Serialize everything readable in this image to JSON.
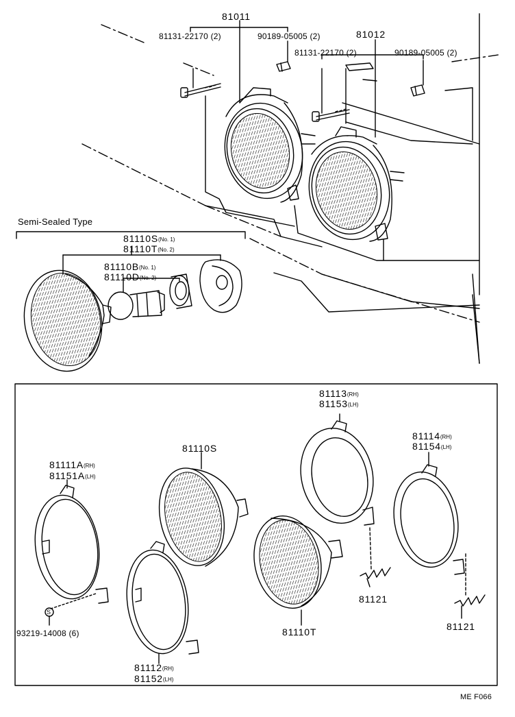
{
  "top": {
    "assy_rh": "81011",
    "assy_lh": "81012",
    "screw_a": "81131-22170 (2)",
    "nut_a": "90189-05005 (2)",
    "screw_b": "81131-22170 (2)",
    "nut_b": "90189-05005 (2)"
  },
  "semi_sealed": {
    "title": "Semi-Sealed Type",
    "unit_1": "81110S",
    "unit_1_note": "(No. 1)",
    "unit_2": "81110T",
    "unit_2_note": "(No. 2)",
    "bulb_1": "81110B",
    "bulb_1_note": "(No. 1)",
    "bulb_2": "81110D",
    "bulb_2_note": "(No. 2)"
  },
  "lower": {
    "ring_a_rh": "81111A",
    "ring_a_rh_note": "(RH)",
    "ring_a_lh": "81151A",
    "ring_a_lh_note": "(LH)",
    "unit_s": "81110S",
    "housing_rh": "81113",
    "housing_rh_note": "(RH)",
    "housing_lh": "81153",
    "housing_lh_note": "(LH)",
    "ring_b_rh": "81114",
    "ring_b_rh_note": "(RH)",
    "ring_b_lh": "81154",
    "ring_b_lh_note": "(LH)",
    "screw_s": "93219-14008 (6)",
    "spring_1": "81121",
    "spring_2": "81121",
    "unit_t": "81110T",
    "ring_c_rh": "81112",
    "ring_c_rh_note": "(RH)",
    "ring_c_lh": "81152",
    "ring_c_lh_note": "(LH)"
  },
  "footer": {
    "code": "ME F066"
  },
  "icons": {
    "screw_marker": "S",
    "bolt": "bolt-icon",
    "nut": "clip-nut-icon",
    "spring": "spring-icon",
    "bulb": "bulb-icon",
    "socket": "socket-icon",
    "cap": "dust-cap-icon"
  }
}
